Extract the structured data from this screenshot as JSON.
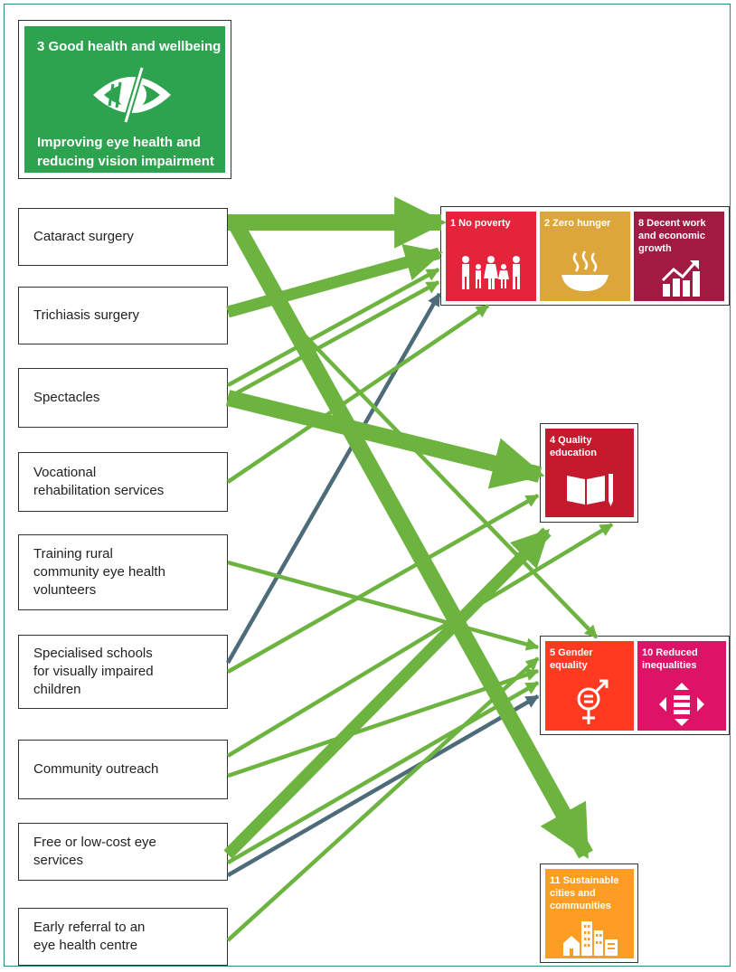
{
  "goal": {
    "title": "3 Good health and wellbeing",
    "description": "Improving eye health and reducing vision impairment",
    "color": "#2ea34f"
  },
  "interventions": [
    {
      "label": "Cataract surgery"
    },
    {
      "label": "Trichiasis surgery"
    },
    {
      "label": "Spectacles"
    },
    {
      "label": "Vocational\nrehabilitation services"
    },
    {
      "label": "Training rural\ncommunity eye health\nvolunteers"
    },
    {
      "label": "Specialised schools\nfor visually impaired\nchildren"
    },
    {
      "label": "Community outreach"
    },
    {
      "label": "Free or low-cost eye\nservices"
    },
    {
      "label": "Early referral to an\neye health centre"
    }
  ],
  "sdgs": {
    "no_poverty": {
      "label": "1 No poverty",
      "color": "#e5243b",
      "icon": "family-icon"
    },
    "zero_hunger": {
      "label": "2 Zero hunger",
      "color": "#dda63a",
      "icon": "bowl-icon"
    },
    "decent_work": {
      "label": "8 Decent work\nand economic\ngrowth",
      "color": "#a21942",
      "icon": "growth-chart-icon"
    },
    "quality_education": {
      "label": "4 Quality\neducation",
      "color": "#c5192d",
      "icon": "book-pencil-icon"
    },
    "gender_equality": {
      "label": "5 Gender\nequality",
      "color": "#ff3a21",
      "icon": "gender-equality-icon"
    },
    "reduced_inequalities": {
      "label": "10 Reduced\ninequalities",
      "color": "#dd1367",
      "icon": "reduced-inequalities-icon"
    },
    "sustainable_cities": {
      "label": "11 Sustainable\ncities and\ncommunities",
      "color": "#fd9d24",
      "icon": "city-icon"
    }
  },
  "link_colors": {
    "primary": "#6db33f",
    "secondary": "#4e6b7a"
  }
}
